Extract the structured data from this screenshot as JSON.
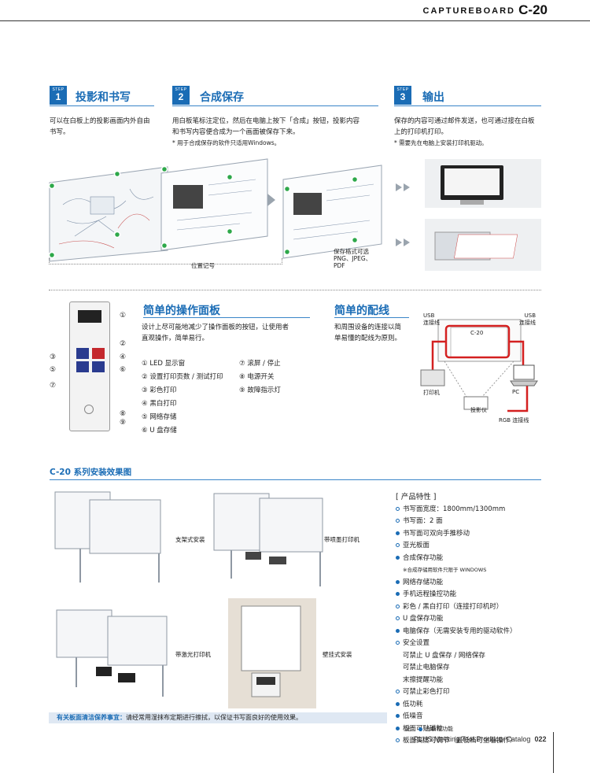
{
  "header": {
    "series": "CAPTUREBOARD",
    "model": "C-20"
  },
  "steps": [
    {
      "word": "STEP",
      "num": "1",
      "title": "投影和书写",
      "desc1": "可以在白板上的投影画面内外自由",
      "desc2": "书写。"
    },
    {
      "word": "STEP",
      "num": "2",
      "title": "合成保存",
      "desc1": "用白板笔标注定位，然后在电脑上按下「合成」按钮，投影内容",
      "desc2": "和书写内容便合成为一个画面被保存下来。",
      "note": "* 用于合成保存的软件只适用Windows。"
    },
    {
      "word": "STEP",
      "num": "3",
      "title": "输出",
      "desc1": "保存的内容可通过邮件发送，也可通过接在白板",
      "desc2": "上的打印机打印。",
      "note": "* 需要先在电脑上安装打印机驱动。"
    }
  ],
  "diagram": {
    "position_mark": "位置记号",
    "save_formats_1": "保存格式可选",
    "save_formats_2": "PNG、JPEG、",
    "save_formats_3": "PDF"
  },
  "panel": {
    "title": "简单的操作面板",
    "desc1": "设计上尽可能地减少了操作面板的按钮，让使用者",
    "desc2": "直观操作，简单易行。",
    "callouts": [
      "①",
      "②",
      "③",
      "④",
      "⑤",
      "⑥",
      "⑦",
      "⑧",
      "⑨"
    ],
    "items_left": [
      "① LED 显示窗",
      "② 设置打印页数 / 测试打印",
      "③ 彩色打印",
      "④ 黑白打印",
      "⑤ 网络存储",
      "⑥ U 盘存储"
    ],
    "items_right": [
      "⑦ 滚屏 / 停止",
      "⑧ 电源开关",
      "⑨ 故障指示灯"
    ]
  },
  "wiring": {
    "title": "简单的配线",
    "desc1": "和周围设备的连接以简",
    "desc2": "单易懂的配线为原则。",
    "usb_left_1": "USB",
    "usb_left_2": "连接线",
    "usb_right_1": "USB",
    "usb_right_2": "连接线",
    "board": "C-20",
    "printer": "打印机",
    "pc": "PC",
    "projector": "投影仪",
    "rgb": "RGB 连接线"
  },
  "install": {
    "title": "C-20 系列安装效果图",
    "labels": [
      "支架式安装",
      "带喷墨打印机",
      "带激光打印机",
      "壁挂式安装"
    ]
  },
  "features": {
    "heading": "[ 产品特性 ]",
    "items": [
      {
        "type": "o",
        "text": "书写面宽度：1800mm/1300mm"
      },
      {
        "type": "o",
        "text": "书写面：2 面"
      },
      {
        "type": "f",
        "text": "书写面可双向手推移动"
      },
      {
        "type": "o",
        "text": "亚光板面"
      },
      {
        "type": "f",
        "text": "合成保存功能"
      },
      {
        "type": "n",
        "text": "※合成存储用软件只限于 WINDOWS"
      },
      {
        "type": "f",
        "text": "网络存储功能"
      },
      {
        "type": "f",
        "text": "手机远程操控功能"
      },
      {
        "type": "o",
        "text": "彩色 / 黑白打印（连接打印机时）"
      },
      {
        "type": "o",
        "text": "U 盘保存功能"
      },
      {
        "type": "f",
        "text": "电脑保存（无需安装专用的驱动软件）"
      },
      {
        "type": "o",
        "text": "安全设置"
      },
      {
        "type": "i",
        "text": "可禁止 U 盘保存 / 网络保存"
      },
      {
        "type": "i",
        "text": "可禁止电脑保存"
      },
      {
        "type": "i",
        "text": "末擦提醒功能"
      },
      {
        "type": "o",
        "text": "可禁止彩色打印"
      },
      {
        "type": "f",
        "text": "低功耗"
      },
      {
        "type": "f",
        "text": "低噪音"
      },
      {
        "type": "f",
        "text": "板面可贴磁粒"
      },
      {
        "type": "o",
        "text": "板面高度可调节（最低档可坐着操作）"
      }
    ],
    "note_label": "注：",
    "note_text": "为新增功能"
  },
  "cleaning": {
    "label": "有关板面清洁保养事宜：",
    "text": "请经常用湿抹布定期进行擦拭，以保证书写面良好的使用效果。"
  },
  "footer": {
    "catalog": "PLUS Meeting Tool Products Catalog",
    "page": "022"
  },
  "colors": {
    "accent": "#1a6cb5",
    "green": "#2ea84a",
    "red": "#d42020"
  }
}
